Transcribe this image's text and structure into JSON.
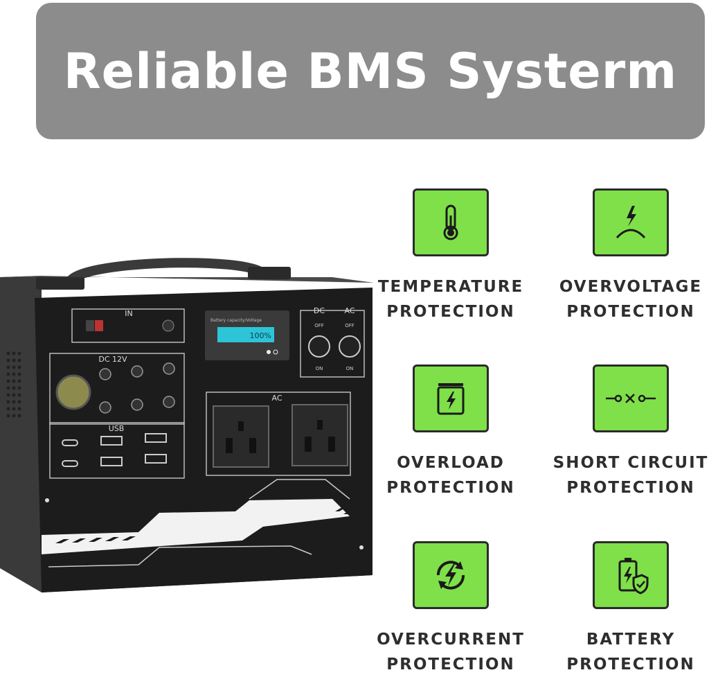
{
  "title": "Reliable BMS Systerm",
  "device": {
    "in_label": "IN",
    "lcd_caption": "Battery capacity/Voltage",
    "lcd_value": "100%",
    "dc_label": "DC",
    "ac_label": "AC",
    "off_label": "OFF",
    "on_label": "ON",
    "dc12v_label": "DC 12V",
    "usb_label": "USB",
    "ac_outlets_label": "AC"
  },
  "features": [
    {
      "icon": "thermometer-icon",
      "line1": "TEMPERATURE",
      "line2": "PROTECTION"
    },
    {
      "icon": "overvoltage-bolt-icon",
      "line1": "OVERVOLTAGE",
      "line2": "PROTECTION"
    },
    {
      "icon": "overload-battery-icon",
      "line1": "OVERLOAD",
      "line2": "PROTECTION"
    },
    {
      "icon": "open-circuit-icon",
      "line1": "SHORT CIRCUIT",
      "line2": "PROTECTION"
    },
    {
      "icon": "circular-bolt-icon",
      "line1": "OVERCURRENT",
      "line2": "PROTECTION"
    },
    {
      "icon": "battery-shield-icon",
      "line1": "BATTERY",
      "line2": "PROTECTION"
    }
  ],
  "colors": {
    "banner": "#8c8c8c",
    "icon_bg": "#7fe04a",
    "device_body": "#1c1c1c"
  }
}
